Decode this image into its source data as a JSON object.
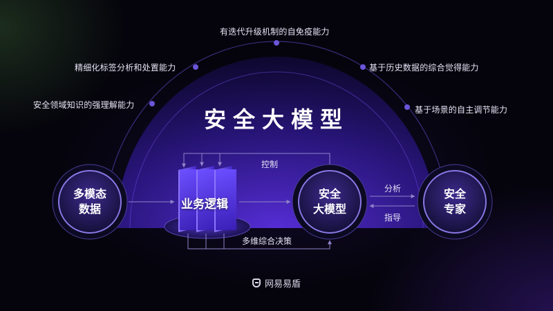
{
  "title": "安全大模型",
  "capabilities": [
    "有迭代升级机制的自免疫能力",
    "精细化标签分析和处置能力",
    "基于历史数据的综合觉得能力",
    "安全领域知识的强理解能力",
    "基于场景的自主调节能力"
  ],
  "nodes": {
    "multimodal": [
      "多模态",
      "数据"
    ],
    "business": "业务逻辑",
    "model": [
      "安全",
      "大模型"
    ],
    "expert": [
      "安全",
      "专家"
    ]
  },
  "edges": {
    "control": "控制",
    "decision": "多维综合决策",
    "analyze": "分析",
    "guide": "指导"
  },
  "brand": "网易易盾",
  "colors": {
    "accent": "#7b4dff",
    "dome": "#3a1f9a",
    "node_ring": "#6a55c8"
  }
}
